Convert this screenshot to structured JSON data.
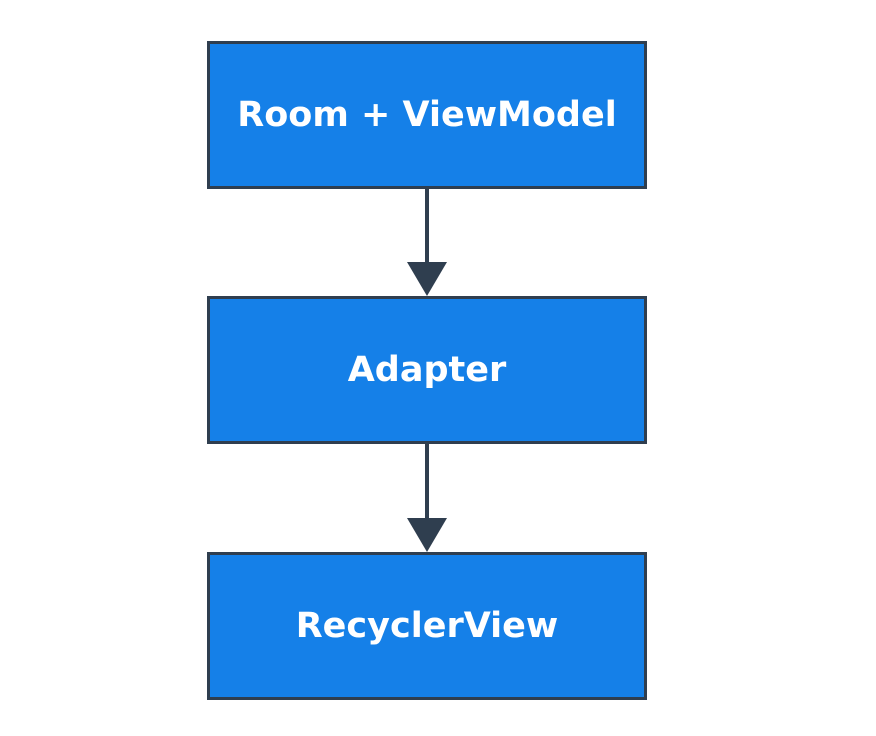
{
  "colors": {
    "node_fill": "#1580e8",
    "node_border": "#2f3e4f",
    "arrow": "#2f3e4f",
    "label_text": "#ffffff",
    "background": "#ffffff"
  },
  "nodes": [
    {
      "label": "Room + ViewModel"
    },
    {
      "label": "Adapter"
    },
    {
      "label": "RecyclerView"
    }
  ],
  "edges": [
    {
      "from": 0,
      "to": 1
    },
    {
      "from": 1,
      "to": 2
    }
  ]
}
